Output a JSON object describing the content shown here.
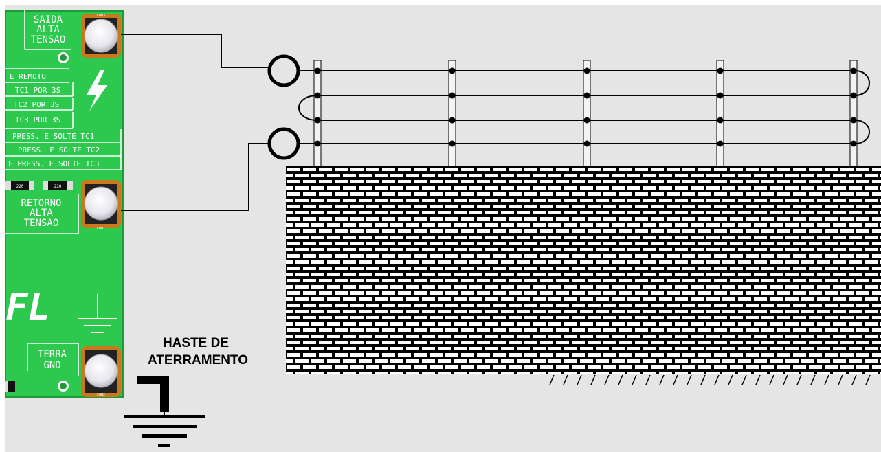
{
  "colors": {
    "background": "#e5e5e5",
    "board": "#2cc94e",
    "board_dark": "#1f9a3a",
    "pad": "#c9781d",
    "wire": "#000000",
    "brick": "#ffffff"
  },
  "board": {
    "saida_label": [
      "SAIDA",
      "ALTA",
      "TENSAO"
    ],
    "retorno_label": [
      "RETORNO",
      "ALTA",
      "TENSAO"
    ],
    "terra_label": [
      "TERRA",
      "GND"
    ],
    "logo_text": "FL",
    "menu_items": [
      "E REMOTO",
      "TC1 POR 3S",
      "TC2 POR 3S",
      "TC3 POR 3S",
      "PRESS. E SOLTE TC1",
      "PRESS. E SOLTE TC2",
      "E PRESS. E SOLTE TC3"
    ],
    "connector_labels": [
      "CON3",
      "CON1",
      "CON2"
    ],
    "resistor_labels": [
      "220",
      "220"
    ]
  },
  "ground_rod": {
    "label_line1": "HASTE DE",
    "label_line2": "ATERRAMENTO"
  },
  "icons": [
    "lightning-bolt-icon",
    "ground-symbol-icon",
    "ground-rod-icon"
  ]
}
